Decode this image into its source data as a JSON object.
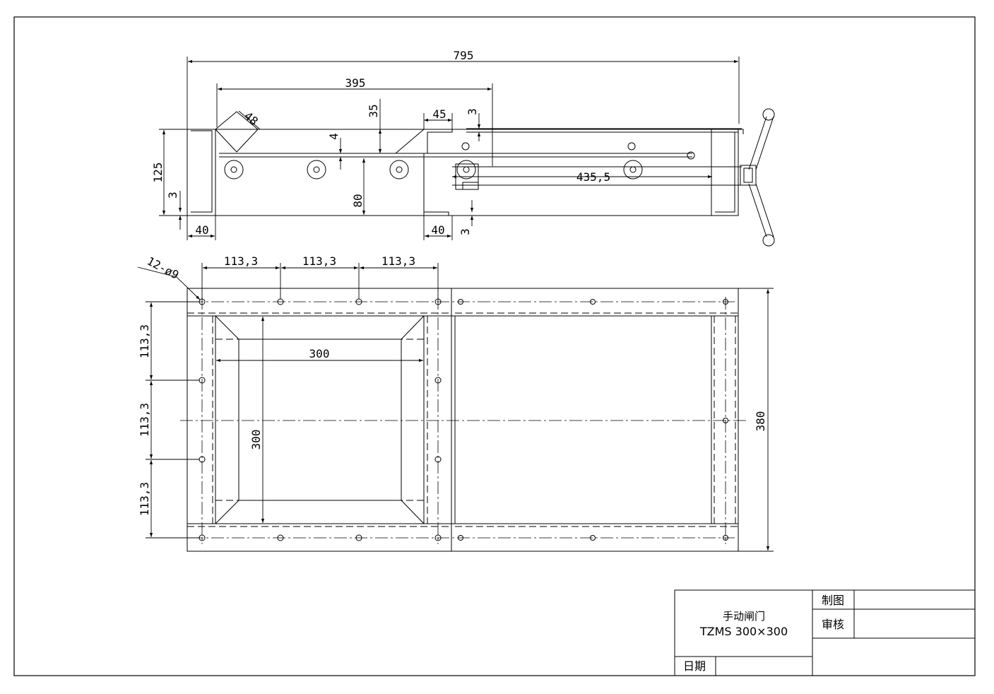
{
  "colors": {
    "line": "#000000",
    "background": "#ffffff"
  },
  "drawing": {
    "top_view": {
      "dims": {
        "overall_length": "795",
        "frame_length": "395",
        "chute_size": "48",
        "chute_depth": "35",
        "flange_width": "45",
        "lip": "3",
        "plate_gap": "4",
        "height": "125",
        "bottom_lip": "3",
        "gate_height": "80",
        "rod_length": "435,5",
        "left_flange": "40",
        "right_flange": "40",
        "right_lip": "3"
      }
    },
    "plan_view": {
      "dims": {
        "hole_note": "12-ø9",
        "pitch_1": "113,3",
        "pitch_2": "113,3",
        "pitch_3": "113,3",
        "opening_width": "300",
        "opening_height": "300",
        "side_pitch_1": "113,3",
        "side_pitch_2": "113,3",
        "side_pitch_3": "113,3",
        "overall_width": "380"
      }
    }
  },
  "title_block": {
    "name": "手动闸门",
    "model": "TZMS 300×300",
    "drawn_by_label": "制图",
    "checked_by_label": "审核",
    "date_label": "日期",
    "drawn_by_value": "",
    "checked_by_value": "",
    "date_value": ""
  }
}
